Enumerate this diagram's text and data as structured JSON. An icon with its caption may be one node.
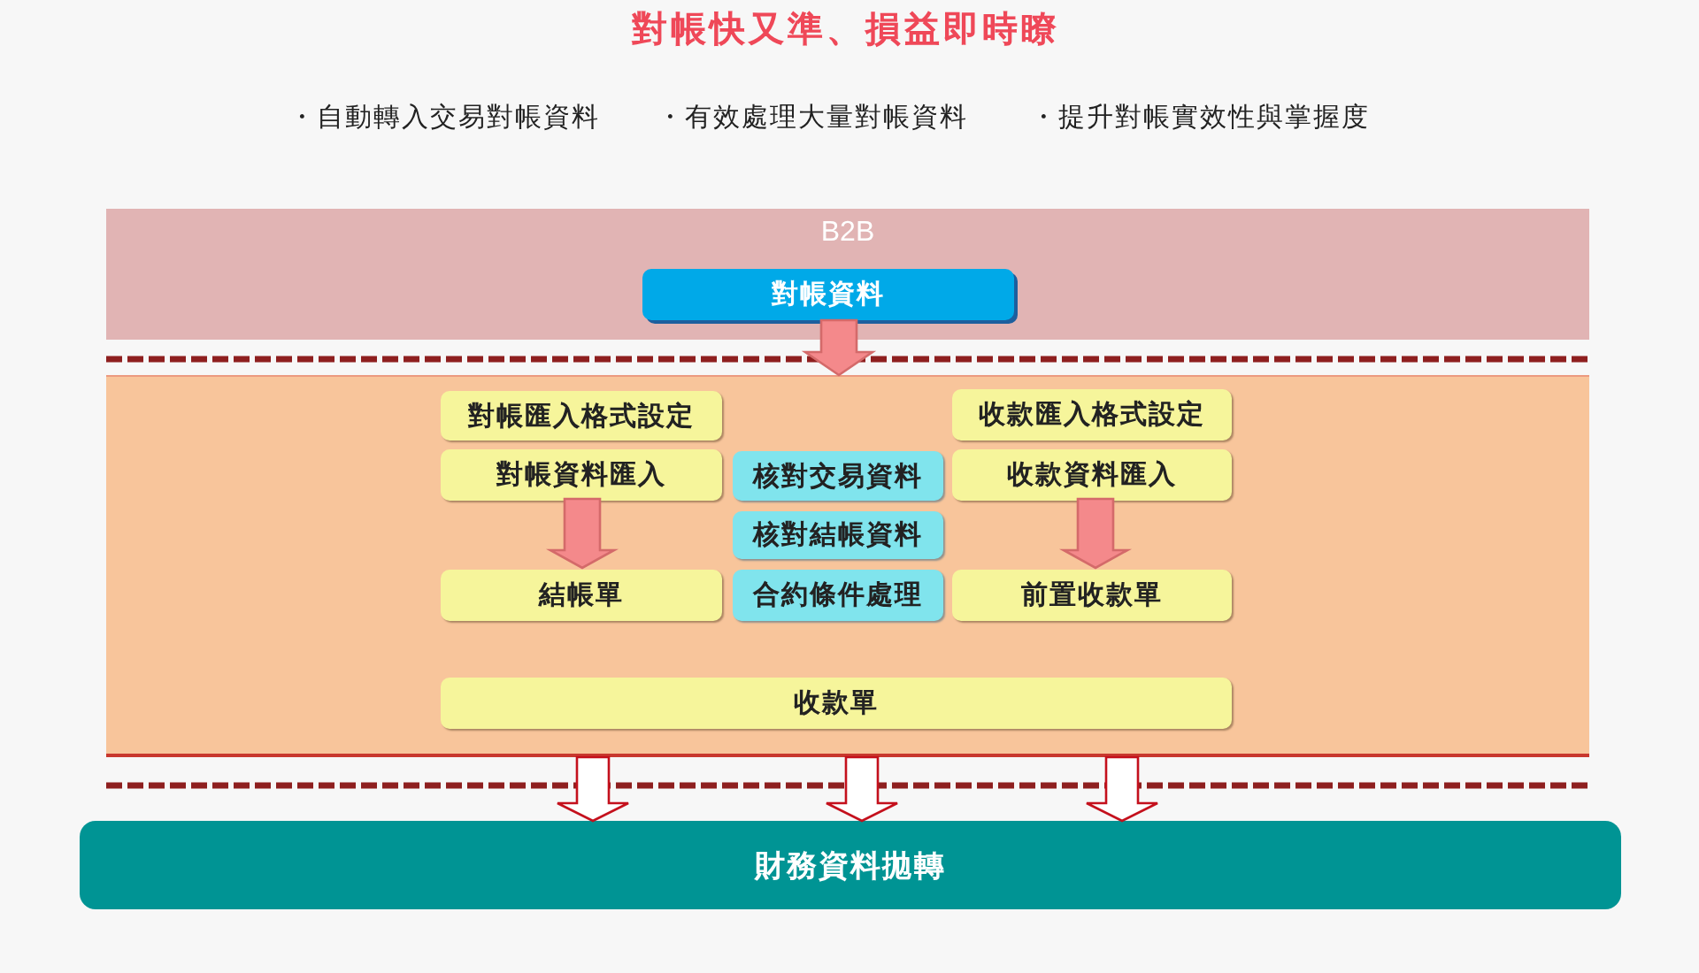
{
  "diagram": {
    "title": "對帳快又準、損益即時瞭",
    "nodes": [
      {
        "text": [
          "B2B"
        ]
      },
      {
        "text": [
          "對帳資料"
        ],
        "in": 0
      },
      {
        "text": [],
        "shape": "band"
      },
      {
        "text": [
          "對帳匯入格式設定"
        ],
        "in": 2
      },
      {
        "text": [
          "收款匯入格式設定"
        ],
        "in": 2
      },
      {
        "text": [
          "對帳資料匯入"
        ],
        "in": 2
      },
      {
        "text": [
          "核對交易資料"
        ],
        "in": 2
      },
      {
        "text": [
          "收款資料匯入"
        ],
        "in": 2
      },
      {
        "text": [
          "核對結帳資料"
        ],
        "in": 2
      },
      {
        "text": [
          "結帳單"
        ],
        "in": 2
      },
      {
        "text": [
          "合約條件處理"
        ],
        "in": 2
      },
      {
        "text": [
          "前置收款單"
        ],
        "in": 2
      },
      {
        "text": [
          "收款單"
        ],
        "in": 2
      },
      {
        "text": [
          "財務資料拋轉"
        ]
      }
    ],
    "edges": [
      {
        "from": 1,
        "to": 2,
        "arrow": "to",
        "color": "#f4898b"
      },
      {
        "from": 5,
        "to": 9,
        "arrow": "to",
        "color": "#f4898b"
      },
      {
        "from": 7,
        "to": 11,
        "arrow": "to",
        "color": "#f4898b"
      },
      {
        "from": 2,
        "to": 13,
        "arrow": "to",
        "color": "#ffffff"
      },
      {
        "from": 2,
        "to": 13,
        "arrow": "to",
        "color": "#ffffff"
      },
      {
        "from": 2,
        "to": 13,
        "arrow": "to",
        "color": "#ffffff"
      }
    ],
    "labels": [
      "・自動轉入交易對帳資料",
      "・有效處理大量對帳資料",
      "・提升對帳實效性與掌握度"
    ]
  }
}
